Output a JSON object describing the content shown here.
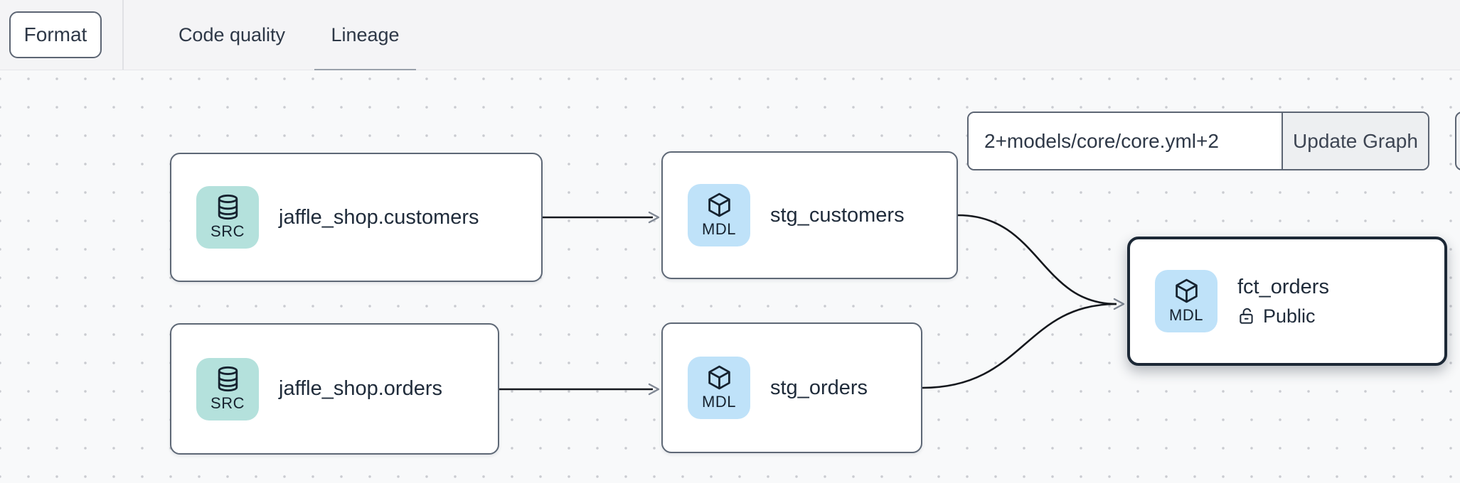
{
  "toolbar": {
    "format_label": "Format",
    "tabs": [
      {
        "label": "Code quality",
        "active": false
      },
      {
        "label": "Lineage",
        "active": true
      }
    ]
  },
  "lineage_controls": {
    "selector_value": "2+models/core/core.yml+2",
    "update_button_label": "Update Graph"
  },
  "graph": {
    "nodes": [
      {
        "badge": "SRC",
        "icon": "database-icon",
        "title": "jaffle_shop.customers"
      },
      {
        "badge": "MDL",
        "icon": "cube-icon",
        "title": "stg_customers"
      },
      {
        "badge": "SRC",
        "icon": "database-icon",
        "title": "jaffle_shop.orders"
      },
      {
        "badge": "MDL",
        "icon": "cube-icon",
        "title": "stg_orders"
      },
      {
        "badge": "MDL",
        "icon": "cube-icon",
        "title": "fct_orders",
        "access": "Public",
        "selected": true
      }
    ],
    "edges": [
      {
        "from": "jaffle_shop.customers",
        "to": "stg_customers"
      },
      {
        "from": "jaffle_shop.orders",
        "to": "stg_orders"
      },
      {
        "from": "stg_customers",
        "to": "fct_orders"
      },
      {
        "from": "stg_orders",
        "to": "fct_orders"
      }
    ]
  },
  "colors": {
    "source_badge": "#b4e1dc",
    "model_badge": "#bfe2f9",
    "node_border": "#5e6876",
    "selected_border": "#1c2836",
    "text": "#1f2b3a",
    "edge": "#15181d",
    "arrowhead": "#808894",
    "tab_underline": "#9aa1ab"
  }
}
